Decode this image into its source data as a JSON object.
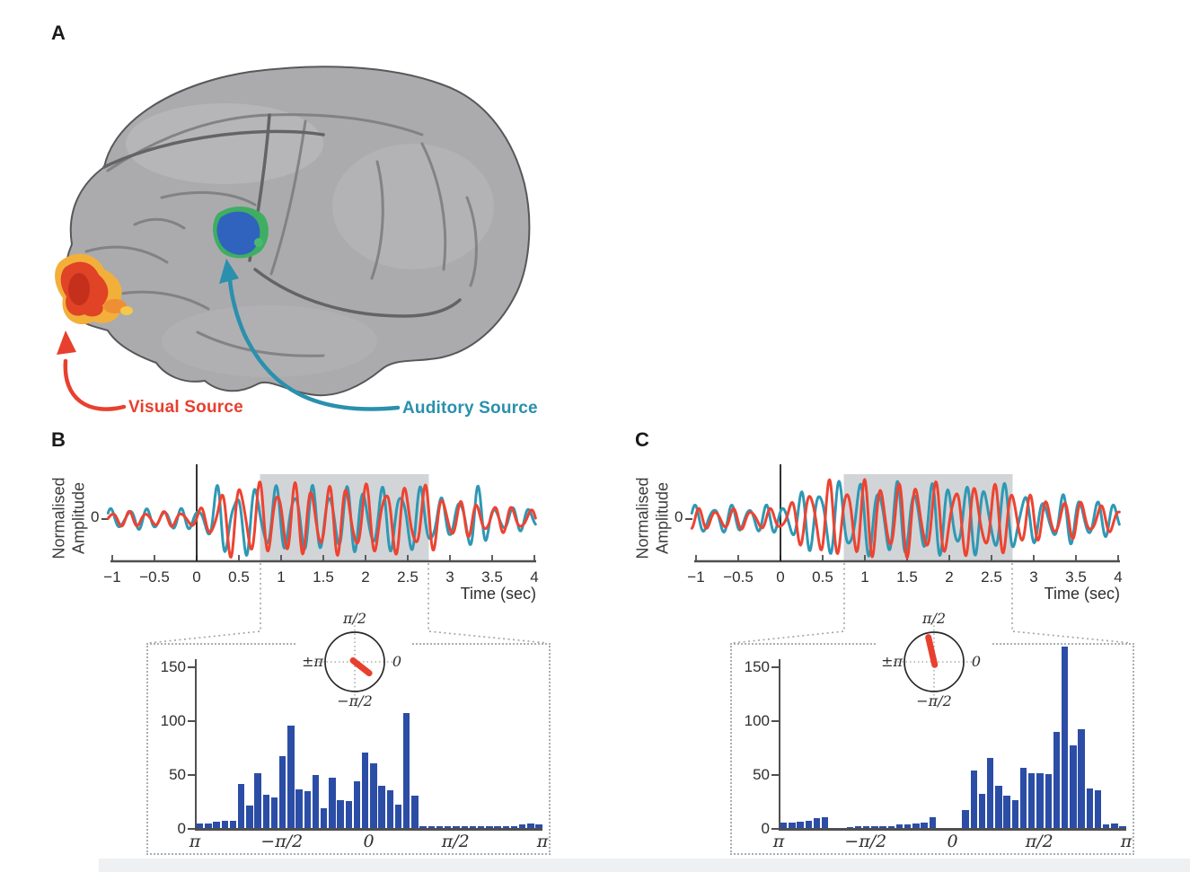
{
  "figure": {
    "panel_a": {
      "label": "A",
      "visual_source_label": "Visual Source",
      "auditory_source_label": "Auditory Source",
      "colors": {
        "visual_accent": "#e8402e",
        "auditory_accent": "#2a90ad",
        "brain_gray": "#ababad",
        "activation_hot_outer": "#f2b03a",
        "activation_hot_inner": "#c5301c",
        "activation_cool_blue": "#2f63bd",
        "activation_cool_green": "#3fae62"
      }
    },
    "panel_b": {
      "label": "B",
      "polar": {
        "top_label": "π/2",
        "right_label": "0",
        "left_label": "±π",
        "bottom_label": "−π/2",
        "mean_phase_deg": -38,
        "mean_length_frac": 0.62,
        "marker_color": "#e8402e"
      }
    },
    "panel_c": {
      "label": "C",
      "polar": {
        "top_label": "π/2",
        "right_label": "0",
        "left_label": "±π",
        "bottom_label": "−π/2",
        "mean_phase_deg": 103,
        "mean_length_frac": 0.85,
        "marker_color": "#e8402e"
      }
    }
  },
  "chart_data": [
    {
      "id": "B-timeseries",
      "type": "line",
      "xlabel": "Time (sec)",
      "ylabel": "Normalised Amplitude",
      "ylabel_lines": [
        "Normalised",
        "Amplitude"
      ],
      "y_tick": "0",
      "x_ticks": [
        "−1",
        "−0.5",
        "0",
        "0.5",
        "1",
        "1.5",
        "2",
        "2.5",
        "3",
        "3.5",
        "4"
      ],
      "x_tick_values": [
        -1,
        -0.5,
        0,
        0.5,
        1,
        1.5,
        2,
        2.5,
        3,
        3.5,
        4
      ],
      "x_range": [
        -1,
        4
      ],
      "event_line_x": 0,
      "shaded_region": [
        0.75,
        2.75
      ],
      "shaded_color": "#d2d5d7",
      "note": "Oscillatory source waveforms (~4.6 Hz); traces approximated with parametric model, exact samples not recoverable from pixels. Red and blue traces largely phase-aligned in shaded window.",
      "series": [
        {
          "name": "auditory-source-trace",
          "color": "#2f98b4",
          "freq_hz": 4.6,
          "phase_rad": 0.2,
          "wobble_seed": 1.1,
          "envelope": [
            [
              -1.05,
              0.3
            ],
            [
              0,
              0.3
            ],
            [
              0.15,
              0.55
            ],
            [
              0.3,
              1.2
            ],
            [
              0.45,
              0.75
            ],
            [
              0.6,
              1.05
            ],
            [
              0.8,
              0.95
            ],
            [
              2.75,
              0.95
            ],
            [
              3.0,
              0.45
            ],
            [
              3.3,
              1.05
            ],
            [
              3.5,
              0.4
            ],
            [
              4.02,
              0.3
            ]
          ]
        },
        {
          "name": "visual-source-trace",
          "color": "#ee4331",
          "freq_hz": 4.6,
          "phase_rad": -0.35,
          "wobble_seed": 2.3,
          "envelope": [
            [
              -1.05,
              0.22
            ],
            [
              0,
              0.22
            ],
            [
              0.25,
              0.7
            ],
            [
              0.45,
              1.2
            ],
            [
              0.7,
              1.05
            ],
            [
              2.75,
              1.0
            ],
            [
              3.05,
              0.55
            ],
            [
              4.02,
              0.28
            ]
          ]
        }
      ]
    },
    {
      "id": "B-phase-histogram",
      "type": "bar",
      "bar_color": "#2c4da6",
      "x_ticks": [
        "π",
        "−π/2",
        "0",
        "π/2",
        "π"
      ],
      "y_ticks": [
        "0",
        "50",
        "100",
        "150"
      ],
      "y_tick_values": [
        0,
        50,
        100,
        150
      ],
      "ylim": [
        0,
        170
      ],
      "bin_count": 42,
      "note": "Phase-difference histogram, bins read left(π, wrapped) to right(π); heights estimated from axis.",
      "values": [
        4,
        4,
        6,
        7,
        7,
        41,
        21,
        51,
        31,
        28,
        67,
        95,
        36,
        34,
        49,
        18,
        47,
        26,
        25,
        43,
        70,
        60,
        39,
        35,
        22,
        113,
        30,
        2,
        2,
        2,
        2,
        2,
        2,
        2,
        2,
        2,
        2,
        2,
        2,
        3,
        4,
        3
      ]
    },
    {
      "id": "C-timeseries",
      "type": "line",
      "xlabel": "Time (sec)",
      "ylabel": "Normalised Amplitude",
      "ylabel_lines": [
        "Normalised",
        "Amplitude"
      ],
      "y_tick": "0",
      "x_ticks": [
        "−1",
        "−0.5",
        "0",
        "0.5",
        "1",
        "1.5",
        "2",
        "2.5",
        "3",
        "3.5",
        "4"
      ],
      "x_tick_values": [
        -1,
        -0.5,
        0,
        0.5,
        1,
        1.5,
        2,
        2.5,
        3,
        3.5,
        4
      ],
      "x_range": [
        -1,
        4
      ],
      "event_line_x": 0,
      "shaded_region": [
        0.75,
        2.75
      ],
      "shaded_color": "#d2d5d7",
      "note": "Same sources with visible phase offset (~0.6π) between red and blue traces in shaded window.",
      "series": [
        {
          "name": "auditory-source-trace",
          "color": "#2f98b4",
          "freq_hz": 4.6,
          "phase_rad": 0.0,
          "wobble_seed": 0.7,
          "envelope": [
            [
              -1.05,
              0.4
            ],
            [
              0,
              0.4
            ],
            [
              0.35,
              0.95
            ],
            [
              0.6,
              1.1
            ],
            [
              2.75,
              1.0
            ],
            [
              3.1,
              0.55
            ],
            [
              3.4,
              0.75
            ],
            [
              4.02,
              0.4
            ]
          ]
        },
        {
          "name": "visual-source-trace",
          "color": "#ee4331",
          "freq_hz": 4.6,
          "phase_rad": -1.8,
          "wobble_seed": 2.9,
          "envelope": [
            [
              -1.05,
              0.3
            ],
            [
              0,
              0.3
            ],
            [
              0.4,
              1.05
            ],
            [
              0.7,
              1.15
            ],
            [
              2.75,
              1.0
            ],
            [
              3.05,
              0.6
            ],
            [
              3.5,
              0.55
            ],
            [
              4.02,
              0.32
            ]
          ]
        }
      ]
    },
    {
      "id": "C-phase-histogram",
      "type": "bar",
      "bar_color": "#2c4da6",
      "x_ticks": [
        "π",
        "−π/2",
        "0",
        "π/2",
        "π"
      ],
      "y_ticks": [
        "0",
        "50",
        "100",
        "150"
      ],
      "y_tick_values": [
        0,
        50,
        100,
        150
      ],
      "ylim": [
        0,
        170
      ],
      "bin_count": 42,
      "note": "Phase-difference histogram concentrated between ~π/4 and π; tallest bin ~168.",
      "values": [
        5,
        5,
        6,
        7,
        9,
        10,
        0,
        0,
        1,
        2,
        2,
        2,
        2,
        2,
        3,
        3,
        4,
        5,
        10,
        0,
        0,
        0,
        17,
        53,
        32,
        65,
        39,
        30,
        26,
        56,
        51,
        51,
        50,
        89,
        168,
        77,
        92,
        37,
        35,
        3,
        4,
        2
      ]
    }
  ]
}
